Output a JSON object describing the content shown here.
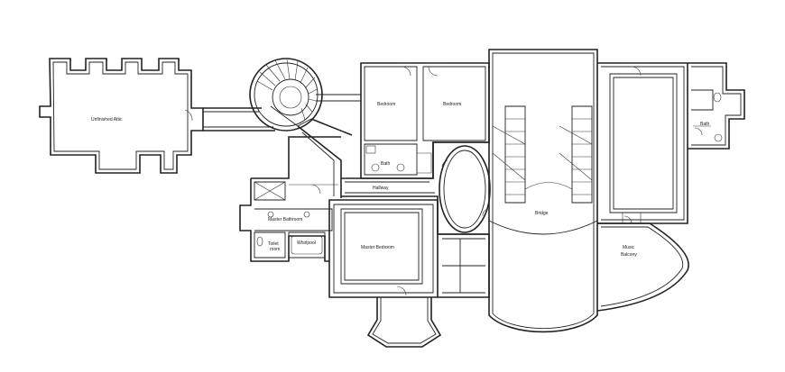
{
  "labels": {
    "unfinished_attic": "Unfinished Attic",
    "bedroom_1": "Bedroom",
    "bedroom_2": "Bedroom",
    "bath_1": "Bath",
    "bath_2": "Bath",
    "hallway": "Hallway",
    "master_bathroom": "Master Bathroom",
    "whirlpool": "Whirlpool",
    "toilet_room_line1": "Toilet",
    "toilet_room_line2": "room",
    "master_bedroom": "Master Bedroom",
    "bridge": "Bridge",
    "music_balcony_line1": "Music",
    "music_balcony_line2": "Balcony"
  }
}
